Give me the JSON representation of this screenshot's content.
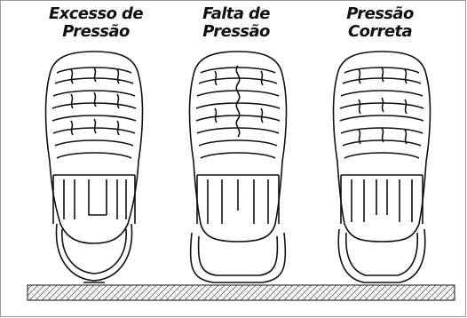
{
  "tires": [
    {
      "line1": "Excesso de",
      "line2": "Pressão"
    },
    {
      "line1": "Falta de",
      "line2": "Pressão"
    },
    {
      "line1": "Pressão",
      "line2": "Correta"
    }
  ]
}
